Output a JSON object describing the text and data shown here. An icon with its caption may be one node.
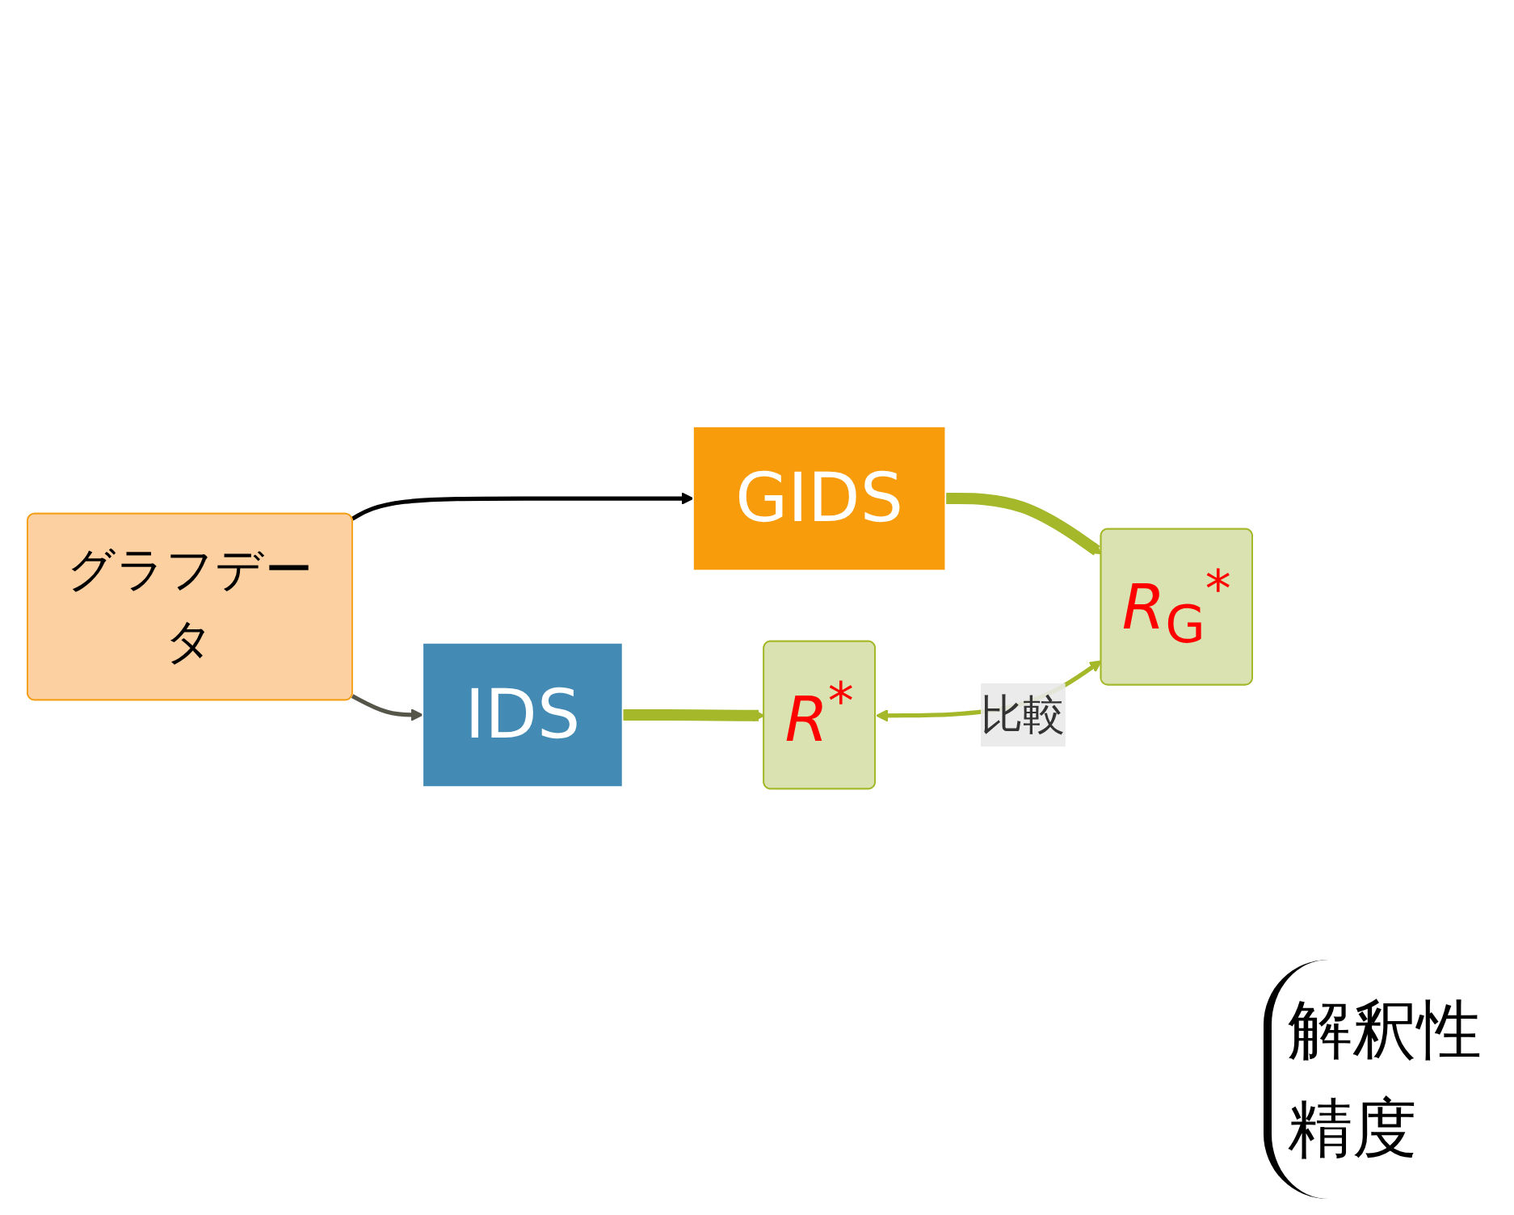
{
  "diagram": {
    "nodes": [
      {
        "text": [
          "グラフデータ"
        ]
      },
      {
        "text": [
          "IDS"
        ]
      },
      {
        "text": [
          "GIDS"
        ]
      },
      {
        "text": [
          "*R*$^{*}$"
        ]
      },
      {
        "text": [
          "*R*$_{G}$$^{*}$"
        ]
      }
    ],
    "edges": [
      {
        "from": 0,
        "to": 1,
        "arrow": "to",
        "color": "#55554a"
      },
      {
        "from": 0,
        "to": 2,
        "arrow": "to",
        "color": "#000000"
      },
      {
        "from": 1,
        "to": 3,
        "arrow": "to",
        "style": "thick",
        "color": "#a4b82a"
      },
      {
        "from": 2,
        "to": 4,
        "arrow": "to",
        "style": "thick",
        "color": "#a4b82a"
      },
      {
        "from": 3,
        "to": 4,
        "arrow": "both",
        "label": "比較",
        "color": "#a4b82a"
      }
    ],
    "labels": [
      "解釈性",
      "精度"
    ]
  }
}
